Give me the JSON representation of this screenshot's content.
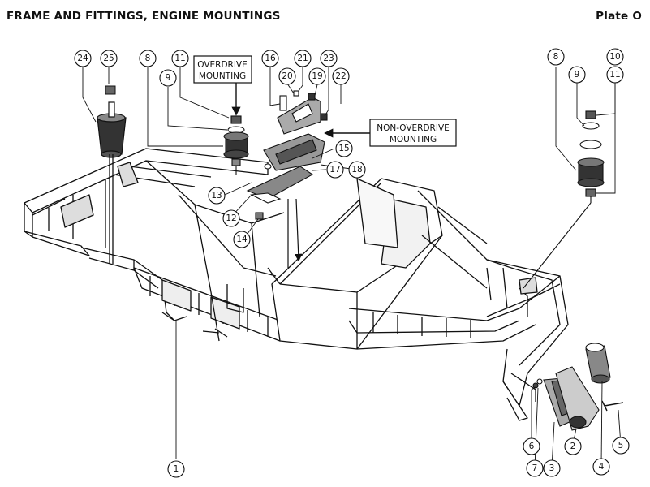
{
  "header": {
    "title": "FRAME AND FITTINGS, ENGINE MOUNTINGS",
    "plate": "Plate O"
  },
  "callouts": {
    "overdrive": [
      "OVERDRIVE",
      "MOUNTING"
    ],
    "non_overdrive": [
      "NON-OVERDRIVE",
      "MOUNTING"
    ]
  },
  "part_numbers": [
    "1",
    "2",
    "3",
    "4",
    "5",
    "6",
    "7",
    "8",
    "9",
    "10",
    "11",
    "12",
    "13",
    "14",
    "15",
    "16",
    "17",
    "18",
    "19",
    "20",
    "21",
    "22",
    "23",
    "24",
    "25",
    "8",
    "9",
    "11"
  ]
}
